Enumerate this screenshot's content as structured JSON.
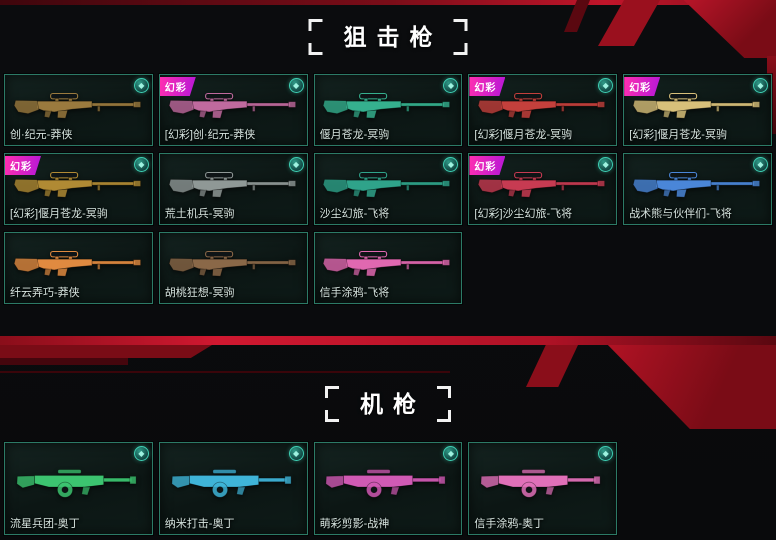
{
  "accents": {
    "red": "#b01323",
    "dark_red": "#5f0a12",
    "card_border_teal": "#2c7a66",
    "badge_pink": "#e41fa0",
    "badge_purple": "#b517d8",
    "gem_teal": "#3fd0b4"
  },
  "badge_label": "幻彩",
  "gem_glyph": "◆",
  "sections": [
    {
      "title": "狙击枪",
      "rows": [
        {
          "cards": [
            {
              "name": "创·纪元-莽侠",
              "badge": "",
              "gem": "◆",
              "gun_color": "#9a7a3e"
            },
            {
              "name": "[幻彩]创·纪元-莽侠",
              "badge": "幻彩",
              "gem": "◆",
              "gun_color": "#c06a9e"
            },
            {
              "name": "偃月苍龙-冥驹",
              "badge": "",
              "gem": "◆",
              "gun_color": "#35b08e"
            },
            {
              "name": "[幻彩]偃月苍龙-冥驹",
              "badge": "幻彩",
              "gem": "◆",
              "gun_color": "#c4403c"
            },
            {
              "name": "[幻彩]偃月苍龙-冥驹",
              "badge": "幻彩",
              "gem": "◆",
              "gun_color": "#d8c07a"
            }
          ]
        },
        {
          "cards": [
            {
              "name": "[幻彩]偃月苍龙-冥驹",
              "badge": "幻彩",
              "gem": "◆",
              "gun_color": "#b08a34"
            },
            {
              "name": "荒土机兵-冥驹",
              "badge": "",
              "gem": "◆",
              "gun_color": "#8f9896"
            },
            {
              "name": "沙尘幻旅-飞将",
              "badge": "",
              "gem": "◆",
              "gun_color": "#2fa38a"
            },
            {
              "name": "[幻彩]沙尘幻旅-飞将",
              "badge": "幻彩",
              "gem": "◆",
              "gun_color": "#c73b52"
            },
            {
              "name": "战术熊与伙伴们-飞将",
              "badge": "",
              "gem": "◆",
              "gun_color": "#4a86d8"
            }
          ]
        },
        {
          "cards": [
            {
              "name": "纤云弄巧-莽侠",
              "badge": "",
              "gem": "",
              "gun_color": "#e08a40"
            },
            {
              "name": "胡桃狂想-冥驹",
              "badge": "",
              "gem": "",
              "gun_color": "#8a6848"
            },
            {
              "name": "信手涂鸦-飞将",
              "badge": "",
              "gem": "",
              "gun_color": "#e068b0"
            }
          ]
        }
      ]
    },
    {
      "title": "机枪",
      "rows": [
        {
          "cards": [
            {
              "name": "流星兵团-奥丁",
              "badge": "",
              "gem": "◆",
              "gun_color": "#3cc470"
            },
            {
              "name": "纳米打击-奥丁",
              "badge": "",
              "gem": "◆",
              "gun_color": "#3fb4d8"
            },
            {
              "name": "萌彩剪影-战神",
              "badge": "",
              "gem": "◆",
              "gun_color": "#d05ab4"
            },
            {
              "name": "信手涂鸦-奥丁",
              "badge": "",
              "gem": "◆",
              "gun_color": "#e070b8"
            }
          ]
        }
      ]
    }
  ]
}
